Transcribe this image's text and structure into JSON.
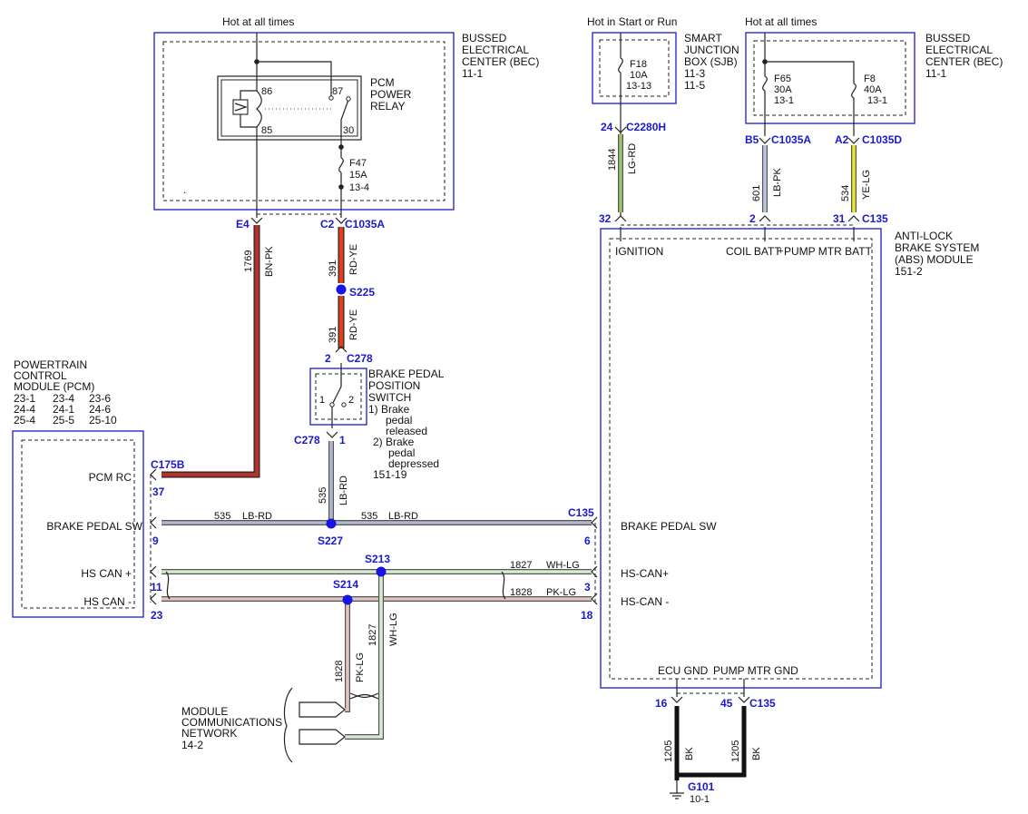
{
  "colors": {
    "accent_box": "#2a2ad6",
    "pin_text": "#1a1acc",
    "splice": "#1515e6",
    "wire_bn_pk": "#b5312b",
    "wire_rd_ye": "#e0401b",
    "wire_lg_rd": "#9ac46a",
    "wire_lb_pk": "#b8c8de",
    "wire_ye_lg": "#e8e82a",
    "wire_lb_rd": "#b0b8cc",
    "wire_wh_lg": "#d6ecd0",
    "wire_pk_lg": "#e5c3c0",
    "wire_bk": "#111111"
  },
  "bec_left": {
    "supply": "Hot at all times",
    "title": [
      "BUSSED",
      "ELECTRICAL",
      "CENTER (BEC)",
      "11-1"
    ],
    "relay_title": [
      "PCM",
      "POWER",
      "RELAY"
    ],
    "relay_pins": [
      "86",
      "87",
      "85",
      "30"
    ],
    "fuse": [
      "F47",
      "15A",
      "13-4"
    ]
  },
  "sjb": {
    "supply": "Hot in Start or Run",
    "title": [
      "SMART",
      "JUNCTION",
      "BOX (SJB)",
      "11-3",
      "11-5"
    ],
    "fuse": [
      "F18",
      "10A",
      "13-13"
    ]
  },
  "bec_right": {
    "supply": "Hot at all times",
    "title": [
      "BUSSED",
      "ELECTRICAL",
      "CENTER (BEC)",
      "11-1"
    ],
    "fuse1": [
      "F65",
      "30A",
      "13-1"
    ],
    "fuse2": [
      "F8",
      "40A",
      "13-1"
    ]
  },
  "pcm": {
    "title": [
      "POWERTRAIN",
      "CONTROL",
      "MODULE (PCM)"
    ],
    "refs": [
      "23-1",
      "23-4",
      "23-6",
      "24-4",
      "24-1",
      "24-6",
      "25-4",
      "25-5",
      "25-10"
    ],
    "pins": {
      "pcm_rc": "PCM RC",
      "brake": "BRAKE PEDAL SW",
      "can_hi": "HS CAN +",
      "can_lo": "HS CAN -"
    }
  },
  "abs": {
    "title": [
      "ANTI-LOCK",
      "BRAKE SYSTEM",
      "(ABS) MODULE",
      "151-2"
    ],
    "ignition": "IGNITION",
    "coil": "COIL BATT",
    "pump": "PUMP MTR BATT",
    "brake": "BRAKE PEDAL SW",
    "can_hi": "HS-CAN+",
    "can_lo": "HS-CAN -",
    "ecu_gnd": "ECU GND",
    "pump_gnd": "PUMP MTR GND"
  },
  "switch": {
    "title": [
      "BRAKE PEDAL",
      "POSITION",
      "SWITCH"
    ],
    "notes": [
      "1) Brake",
      "pedal",
      "released",
      "2) Brake",
      "pedal",
      "depressed",
      "151-19"
    ],
    "pins": [
      "1",
      "2"
    ]
  },
  "mcn": {
    "title": [
      "MODULE",
      "COMMUNICATIONS",
      "NETWORK",
      "14-2"
    ]
  },
  "connectors": {
    "e4": "E4",
    "c2": "C2",
    "c1035a_l": "C1035A",
    "c278_top_pin": "2",
    "c278_top": "C278",
    "c278_bot": "C278",
    "c278_bot_pin": "1",
    "c175b": "C175B",
    "pcm37": "37",
    "pcm9": "9",
    "pcm11": "11",
    "pcm23": "23",
    "c2280h_pin": "24",
    "c2280h": "C2280H",
    "b5": "B5",
    "c1035a_r": "C1035A",
    "a2": "A2",
    "c1035d": "C1035D",
    "abs32": "32",
    "abs2": "2",
    "abs31": "31",
    "c135_top": "C135",
    "c135_mid": "C135",
    "abs6": "6",
    "abs3": "3",
    "abs18": "18",
    "abs16": "16",
    "abs45": "45",
    "c135_bot": "C135"
  },
  "splices": {
    "s225": "S225",
    "s227": "S227",
    "s213": "S213",
    "s214": "S214"
  },
  "wires": {
    "w1769": {
      "circuit": "1769",
      "color": "BN-PK"
    },
    "w391a": {
      "circuit": "391",
      "color": "RD-YE"
    },
    "w391b": {
      "circuit": "391",
      "color": "RD-YE"
    },
    "w535v": {
      "circuit": "535",
      "color": "LB-RD"
    },
    "w535l": {
      "circuit": "535",
      "color": "LB-RD"
    },
    "w535r": {
      "circuit": "535",
      "color": "LB-RD"
    },
    "w1844": {
      "circuit": "1844",
      "color": "LG-RD"
    },
    "w601": {
      "circuit": "601",
      "color": "LB-PK"
    },
    "w534": {
      "circuit": "534",
      "color": "YE-LG"
    },
    "w1827h": {
      "circuit": "1827",
      "color": "WH-LG"
    },
    "w1828h": {
      "circuit": "1828",
      "color": "PK-LG"
    },
    "w1827v": {
      "circuit": "1827",
      "color": "WH-LG"
    },
    "w1828v": {
      "circuit": "1828",
      "color": "PK-LG"
    },
    "w1205a": {
      "circuit": "1205",
      "color": "BK"
    },
    "w1205b": {
      "circuit": "1205",
      "color": "BK"
    }
  },
  "ground": {
    "name": "G101",
    "ref": "10-1"
  }
}
